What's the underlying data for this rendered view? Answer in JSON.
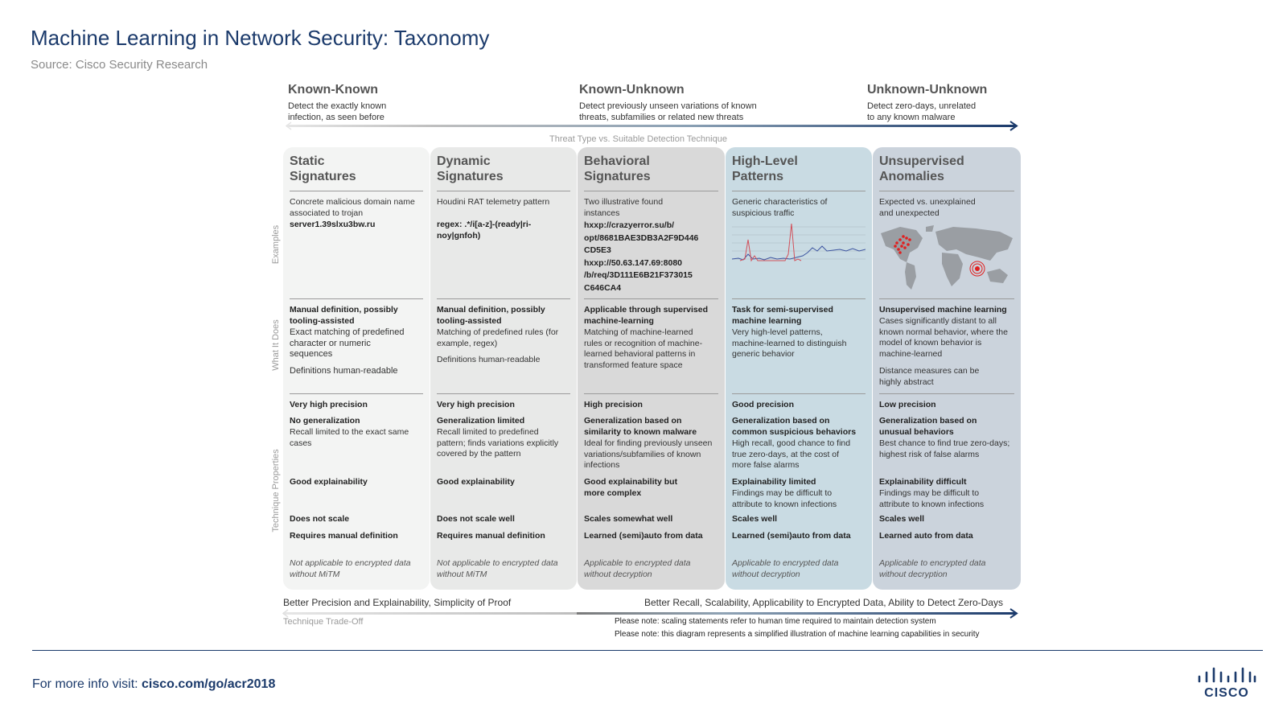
{
  "title": "Machine Learning in Network Security: Taxonomy",
  "subtitle": "Source: Cisco Security Research",
  "threat_types": [
    {
      "title": "Known-Known",
      "desc": "Detect the exactly known\ninfection, as seen before"
    },
    {
      "title": "Known-Unknown",
      "desc": "Detect previously unseen variations of known\nthreats, subfamilies or related new threats"
    },
    {
      "title": "Unknown-Unknown",
      "desc": "Detect zero-days, unrelated\nto any known malware"
    }
  ],
  "threat_axis_caption": "Threat Type vs. Suitable Detection Technique",
  "row_labels": {
    "examples": "Examples",
    "what": "What It Does",
    "props": "Technique Properties"
  },
  "columns": [
    {
      "title": "Static\nSignatures",
      "bg": "#f3f4f3",
      "example_text": "Concrete malicious domain name\nassociated to trojan",
      "example_code": "server1.39slxu3bw.ru",
      "what_bold": "Manual definition, possibly\ntooling-assisted",
      "what_text": "Exact matching of predefined\ncharacter or numeric\nsequences",
      "what_extra": "Definitions human-readable",
      "precision": "Very high precision",
      "gen_bold": "No generalization",
      "gen_text": "Recall limited to the exact same\ncases",
      "explain_bold": "Good explainability",
      "explain_text": "",
      "scale": "Does not scale",
      "learn": "Requires manual definition",
      "encrypted": "Not applicable to encrypted data\nwithout MiTM"
    },
    {
      "title": "Dynamic\nSignatures",
      "bg": "#e8e9e8",
      "example_text": "Houdini RAT telemetry pattern",
      "example_code": "regex: .*/i[a-z]-(ready|ri-\nnoy|gnfoh)",
      "what_bold": "Manual definition, possibly\ntooling-assisted",
      "what_text": "Matching of predefined rules (for\nexample, regex)",
      "what_extra": "Definitions human-readable",
      "precision": "Very high precision",
      "gen_bold": "Generalization limited",
      "gen_text": "Recall limited to predefined\npattern; finds variations explicitly\ncovered by the pattern",
      "explain_bold": "Good explainability",
      "explain_text": "",
      "scale": "Does not scale well",
      "learn": "Requires manual definition",
      "encrypted": "Not applicable to encrypted data\nwithout MiTM"
    },
    {
      "title": "Behavioral\nSignatures",
      "bg": "#d9d9d9",
      "example_text": "Two illustrative found\ninstances",
      "example_code": "hxxp://crazyerror.su/b/\nopt/8681BAE3DB3A2F9D446\nCD5E3\nhxxp://50.63.147.69:8080\n/b/req/3D111E6B21F373015\nC646CA4",
      "what_bold": "Applicable through supervised\nmachine-learning",
      "what_text": "Matching of machine-learned\nrules or recognition of machine-\nlearned behavioral patterns in\ntransformed feature space",
      "what_extra": "",
      "precision": "High precision",
      "gen_bold": "Generalization based on\nsimilarity to known malware",
      "gen_text": "Ideal for finding previously unseen\nvariations/subfamilies of known\ninfections",
      "explain_bold": "Good explainability but\nmore complex",
      "explain_text": "",
      "scale": "Scales somewhat well",
      "learn": "Learned (semi)auto from data",
      "encrypted": "Applicable to encrypted data\nwithout decryption"
    },
    {
      "title": "High-Level\nPatterns",
      "bg": "#c9dbe3",
      "example_text": "Generic characteristics of\nsuspicious traffic",
      "example_code": "",
      "what_bold": "Task for semi-supervised\nmachine learning",
      "what_text": "Very high-level patterns,\nmachine-learned to distinguish\ngeneric behavior",
      "what_extra": "",
      "precision": "Good precision",
      "gen_bold": "Generalization based on\ncommon suspicious behaviors",
      "gen_text": "High recall, good chance to find\ntrue zero-days, at the cost of\nmore false alarms",
      "explain_bold": "Explainability limited",
      "explain_text": "Findings may be difficult to\nattribute to known infections",
      "scale": "Scales well",
      "learn": "Learned (semi)auto from data",
      "encrypted": "Applicable to encrypted data\nwithout decryption"
    },
    {
      "title": "Unsupervised\nAnomalies",
      "bg": "#cbd3dc",
      "example_text": "Expected vs. unexplained\nand unexpected",
      "example_code": "",
      "what_bold": "Unsupervised machine learning",
      "what_text": "Cases significantly distant to all\nknown normal behavior, where the\nmodel of known behavior is\nmachine-learned",
      "what_extra": "Distance measures can be\nhighly abstract",
      "precision": "Low precision",
      "gen_bold": "Generalization based on\nunusual behaviors",
      "gen_text": "Best chance to find true zero-days;\nhighest risk of false alarms",
      "explain_bold": "Explainability difficult",
      "explain_text": "Findings may be difficult to\nattribute to known infections",
      "scale": "Scales well",
      "learn": "Learned auto from data",
      "encrypted": "Applicable to encrypted data\nwithout decryption"
    }
  ],
  "tradeoff": {
    "left": "Better Precision and Explainability, Simplicity of Proof",
    "right": "Better Recall, Scalability, Applicability to Encrypted Data, Ability to Detect Zero-Days",
    "caption": "Technique Trade-Off"
  },
  "notes": [
    "Please note: scaling statements refer to human time required to maintain detection system",
    "Please note: this diagram represents a simplified illustration of machine learning capabilities in security"
  ],
  "footer": {
    "prefix": "For more info visit: ",
    "link": "cisco.com/go/acr2018"
  },
  "logo_text": "CISCO",
  "colors": {
    "brand_navy": "#1b3a6b",
    "grey_text": "#8a8a8a"
  }
}
